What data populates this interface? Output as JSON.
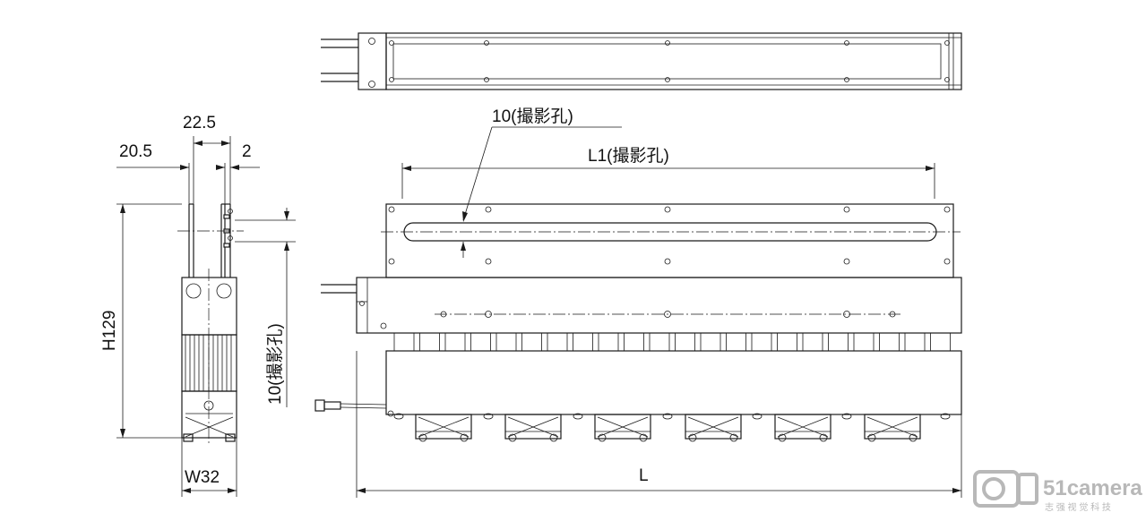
{
  "diagram": {
    "dims": {
      "top_width": "22.5",
      "left_offset": "20.5",
      "right_offset": "2",
      "height": "H129",
      "width": "W32",
      "slot_height_side": "10(撮影孔)",
      "slot_height_front": "10(撮影孔)",
      "slot_length": "L1(撮影孔)",
      "overall_length": "L"
    }
  },
  "watermark": {
    "brand": "51camera",
    "tagline": "志 强 视 觉 科 技",
    "logo_color": "#b8b8b8"
  }
}
